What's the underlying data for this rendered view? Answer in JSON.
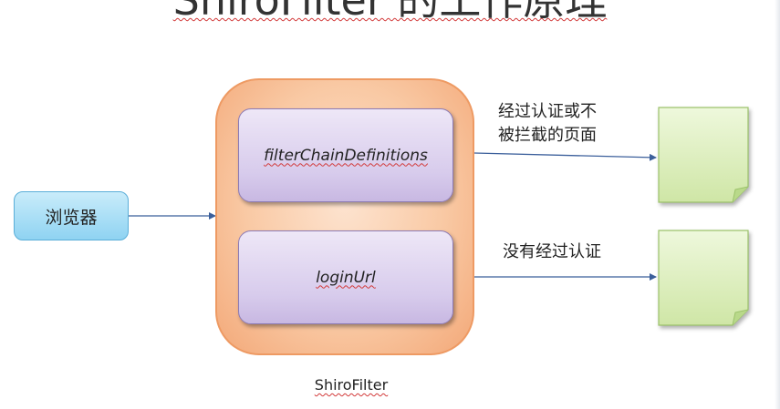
{
  "title": "ShiroFilter 的工作原理",
  "browser_label": "浏览器",
  "filter_chain_label": "filterChainDefinitions",
  "login_url_label": "loginUrl",
  "container_caption": "ShiroFilter",
  "top_arrow_label_line1": "经过认证或不",
  "top_arrow_label_line2": "被拦截的页面",
  "bottom_arrow_label": "没有经过认证",
  "colors": {
    "outer_fill": "#f9c9a4",
    "outer_border": "#ee9a63",
    "inner_fill": "#d7cbec",
    "inner_border": "#8d7bb5",
    "browser_fill": "#8fd3f2",
    "browser_border": "#5aaed8",
    "page_fill": "#dff0c2",
    "page_border": "#9cc26b",
    "arrow": "#3b5f9b"
  }
}
